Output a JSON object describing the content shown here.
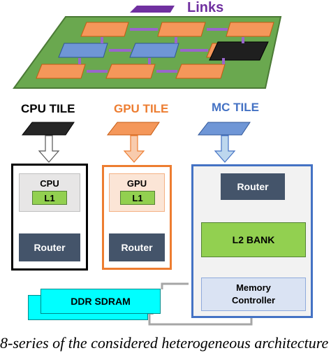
{
  "legend": {
    "links_label": "Links",
    "link_color": "#7030a0"
  },
  "tiles": {
    "cpu": {
      "title": "CPU TILE",
      "title_color": "#000000",
      "core_label": "CPU",
      "cache_label": "L1",
      "router_label": "Router",
      "border_color": "#000000",
      "icon_color": "#262626"
    },
    "gpu": {
      "title": "GPU TILE",
      "title_color": "#ed7d31",
      "core_label": "GPU",
      "cache_label": "L1",
      "router_label": "Router",
      "border_color": "#ed7d31",
      "icon_color": "#f4975a"
    },
    "mc": {
      "title": "MC TILE",
      "title_color": "#4472c4",
      "router_label": "Router",
      "l2_label": "L2 BANK",
      "controller_label": "Memory Controller",
      "border_color": "#4472c4",
      "icon_color": "#6f96d6"
    }
  },
  "dram": {
    "label": "DDR SDRAM",
    "color": "#00ffff"
  },
  "colors": {
    "board_green": "#6aa84f",
    "router_navy": "#44546a",
    "l1_green": "#92d050",
    "l2_green": "#92d050",
    "mc_lightblue": "#dae3f3"
  },
  "caption": "8-series of the considered heterogeneous architecture"
}
